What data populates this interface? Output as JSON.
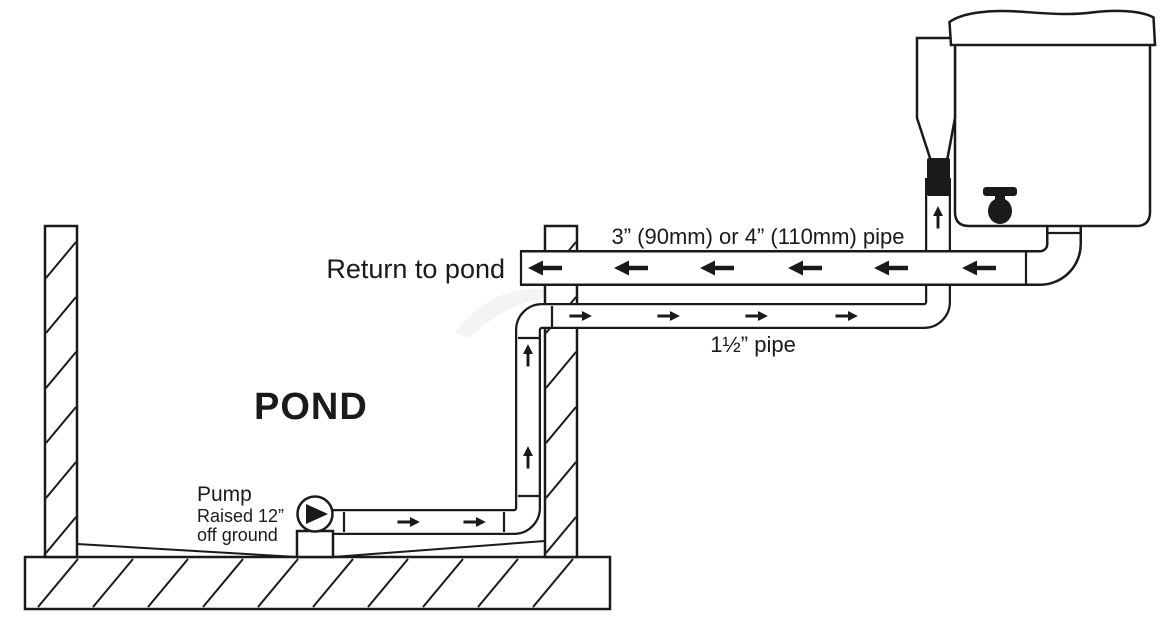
{
  "labels": {
    "return_pipe_size": "3” (90mm) or 4” (110mm) pipe",
    "return_to_pond": "Return to pond",
    "supply_pipe_size": "1½” pipe",
    "pond": "POND",
    "pump": "Pump",
    "pump_note_line1": "Raised 12”",
    "pump_note_line2": "off ground"
  },
  "colors": {
    "line": "#1a1a1a",
    "background": "#ffffff",
    "fitting_fill": "#1a1a1a"
  },
  "icons": {
    "flow_arrow": "solid directional flow arrow",
    "pump_rotor": "solid right-pointing triangle inside pump circle"
  }
}
